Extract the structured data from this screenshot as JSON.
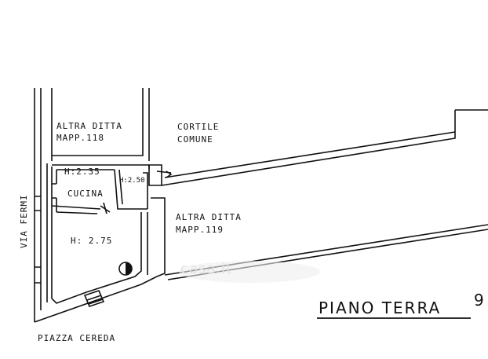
{
  "labels": {
    "altra_ditta_118_line1": "ALTRA DITTA",
    "altra_ditta_118_line2": "MAPP.118",
    "cortile_line1": "CORTILE",
    "cortile_line2": "COMUNE",
    "h_room_top": "H:2.35",
    "h_small": "H:2.50",
    "cucina": "CUCINA",
    "h_main": "H: 2.75",
    "altra_ditta_119_line1": "ALTRA DITTA",
    "altra_ditta_119_line2": "MAPP.119",
    "via_fermi": "VIA FERMI",
    "piazza_cereda": "PIAZZA CEREDA",
    "piano_terra": "PIANO TERRA",
    "page_number": "9"
  },
  "watermark": "casa.it",
  "colors": {
    "ink": "#111111",
    "watermark": "#e6e6e6"
  }
}
